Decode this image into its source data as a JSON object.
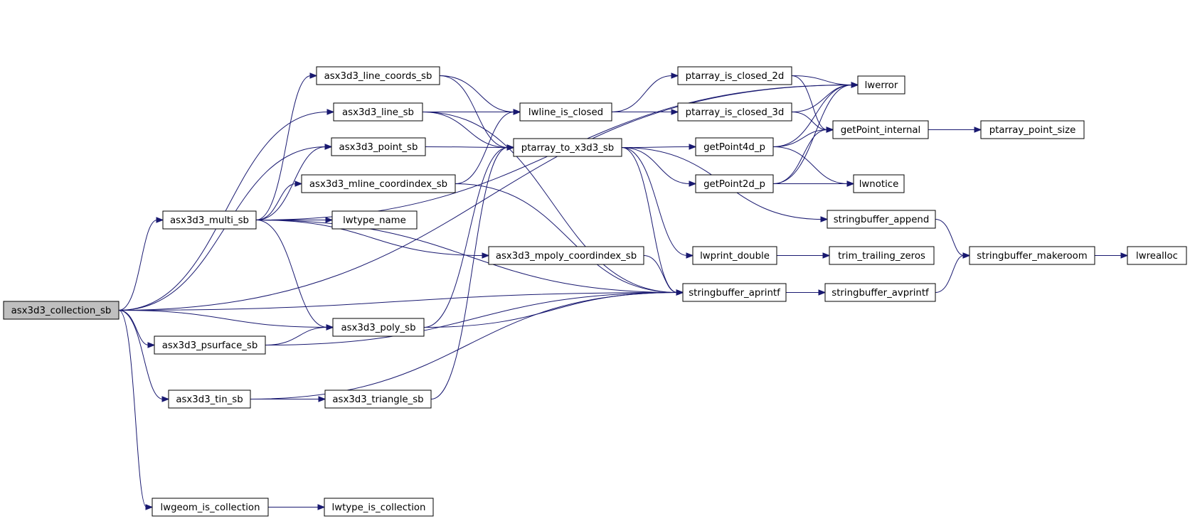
{
  "graph": {
    "edge_color": "#191970",
    "root_fill": "#bfbfbf",
    "nodes": [
      {
        "id": "asx3d3_collection_sb",
        "label": "asx3d3_collection_sb",
        "root": true
      },
      {
        "id": "lwerror",
        "label": "lwerror"
      },
      {
        "id": "asx3d3_line_sb",
        "label": "asx3d3_line_sb"
      },
      {
        "id": "asx3d3_point_sb",
        "label": "asx3d3_point_sb"
      },
      {
        "id": "asx3d3_multi_sb",
        "label": "asx3d3_multi_sb"
      },
      {
        "id": "asx3d3_poly_sb",
        "label": "asx3d3_poly_sb"
      },
      {
        "id": "asx3d3_psurface_sb",
        "label": "asx3d3_psurface_sb"
      },
      {
        "id": "asx3d3_tin_sb",
        "label": "asx3d3_tin_sb"
      },
      {
        "id": "stringbuffer_aprintf",
        "label": "stringbuffer_aprintf"
      },
      {
        "id": "lwgeom_is_collection",
        "label": "lwgeom_is_collection"
      },
      {
        "id": "asx3d3_line_coords_sb",
        "label": "asx3d3_line_coords_sb"
      },
      {
        "id": "asx3d3_mline_coordindex_sb",
        "label": "asx3d3_mline_coordindex_sb"
      },
      {
        "id": "lwtype_name",
        "label": "lwtype_name"
      },
      {
        "id": "asx3d3_mpoly_coordindex_sb",
        "label": "asx3d3_mpoly_coordindex_sb"
      },
      {
        "id": "asx3d3_triangle_sb",
        "label": "asx3d3_triangle_sb"
      },
      {
        "id": "lwtype_is_collection",
        "label": "lwtype_is_collection"
      },
      {
        "id": "lwline_is_closed",
        "label": "lwline_is_closed"
      },
      {
        "id": "ptarray_to_x3d3_sb",
        "label": "ptarray_to_x3d3_sb"
      },
      {
        "id": "ptarray_is_closed_2d",
        "label": "ptarray_is_closed_2d"
      },
      {
        "id": "ptarray_is_closed_3d",
        "label": "ptarray_is_closed_3d"
      },
      {
        "id": "getPoint4d_p",
        "label": "getPoint4d_p"
      },
      {
        "id": "getPoint2d_p",
        "label": "getPoint2d_p"
      },
      {
        "id": "lwprint_double",
        "label": "lwprint_double"
      },
      {
        "id": "stringbuffer_append",
        "label": "stringbuffer_append"
      },
      {
        "id": "getPoint_internal",
        "label": "getPoint_internal"
      },
      {
        "id": "lwnotice",
        "label": "lwnotice"
      },
      {
        "id": "trim_trailing_zeros",
        "label": "trim_trailing_zeros"
      },
      {
        "id": "stringbuffer_avprintf",
        "label": "stringbuffer_avprintf"
      },
      {
        "id": "stringbuffer_makeroom",
        "label": "stringbuffer_makeroom"
      },
      {
        "id": "ptarray_point_size",
        "label": "ptarray_point_size"
      },
      {
        "id": "lwrealloc",
        "label": "lwrealloc"
      }
    ],
    "edges": [
      [
        "asx3d3_collection_sb",
        "lwerror"
      ],
      [
        "asx3d3_collection_sb",
        "asx3d3_line_sb"
      ],
      [
        "asx3d3_collection_sb",
        "asx3d3_point_sb"
      ],
      [
        "asx3d3_collection_sb",
        "asx3d3_multi_sb"
      ],
      [
        "asx3d3_collection_sb",
        "asx3d3_poly_sb"
      ],
      [
        "asx3d3_collection_sb",
        "asx3d3_psurface_sb"
      ],
      [
        "asx3d3_collection_sb",
        "asx3d3_tin_sb"
      ],
      [
        "asx3d3_collection_sb",
        "stringbuffer_aprintf"
      ],
      [
        "asx3d3_collection_sb",
        "lwgeom_is_collection"
      ],
      [
        "asx3d3_multi_sb",
        "lwerror"
      ],
      [
        "asx3d3_multi_sb",
        "asx3d3_line_coords_sb"
      ],
      [
        "asx3d3_multi_sb",
        "asx3d3_point_sb"
      ],
      [
        "asx3d3_multi_sb",
        "asx3d3_mline_coordindex_sb"
      ],
      [
        "asx3d3_multi_sb",
        "lwtype_name"
      ],
      [
        "asx3d3_multi_sb",
        "asx3d3_mpoly_coordindex_sb"
      ],
      [
        "asx3d3_multi_sb",
        "stringbuffer_aprintf"
      ],
      [
        "asx3d3_multi_sb",
        "asx3d3_poly_sb"
      ],
      [
        "asx3d3_line_coords_sb",
        "lwline_is_closed"
      ],
      [
        "asx3d3_line_coords_sb",
        "ptarray_to_x3d3_sb"
      ],
      [
        "asx3d3_line_sb",
        "lwline_is_closed"
      ],
      [
        "asx3d3_line_sb",
        "ptarray_to_x3d3_sb"
      ],
      [
        "asx3d3_line_sb",
        "stringbuffer_aprintf"
      ],
      [
        "asx3d3_point_sb",
        "ptarray_to_x3d3_sb"
      ],
      [
        "asx3d3_mline_coordindex_sb",
        "lwline_is_closed"
      ],
      [
        "asx3d3_mline_coordindex_sb",
        "stringbuffer_aprintf"
      ],
      [
        "asx3d3_mpoly_coordindex_sb",
        "stringbuffer_aprintf"
      ],
      [
        "asx3d3_psurface_sb",
        "asx3d3_poly_sb"
      ],
      [
        "asx3d3_psurface_sb",
        "stringbuffer_aprintf"
      ],
      [
        "asx3d3_poly_sb",
        "ptarray_to_x3d3_sb"
      ],
      [
        "asx3d3_poly_sb",
        "stringbuffer_aprintf"
      ],
      [
        "asx3d3_tin_sb",
        "asx3d3_triangle_sb"
      ],
      [
        "asx3d3_tin_sb",
        "stringbuffer_aprintf"
      ],
      [
        "asx3d3_triangle_sb",
        "ptarray_to_x3d3_sb"
      ],
      [
        "lwgeom_is_collection",
        "lwtype_is_collection"
      ],
      [
        "lwline_is_closed",
        "ptarray_is_closed_2d"
      ],
      [
        "lwline_is_closed",
        "ptarray_is_closed_3d"
      ],
      [
        "ptarray_to_x3d3_sb",
        "getPoint4d_p"
      ],
      [
        "ptarray_to_x3d3_sb",
        "getPoint2d_p"
      ],
      [
        "ptarray_to_x3d3_sb",
        "stringbuffer_aprintf"
      ],
      [
        "ptarray_to_x3d3_sb",
        "lwprint_double"
      ],
      [
        "ptarray_to_x3d3_sb",
        "stringbuffer_append"
      ],
      [
        "ptarray_is_closed_2d",
        "lwerror"
      ],
      [
        "ptarray_is_closed_2d",
        "getPoint_internal"
      ],
      [
        "ptarray_is_closed_3d",
        "lwerror"
      ],
      [
        "ptarray_is_closed_3d",
        "getPoint_internal"
      ],
      [
        "getPoint4d_p",
        "lwerror"
      ],
      [
        "getPoint4d_p",
        "getPoint_internal"
      ],
      [
        "getPoint4d_p",
        "lwnotice"
      ],
      [
        "getPoint2d_p",
        "lwerror"
      ],
      [
        "getPoint2d_p",
        "getPoint_internal"
      ],
      [
        "getPoint2d_p",
        "lwnotice"
      ],
      [
        "getPoint_internal",
        "ptarray_point_size"
      ],
      [
        "lwprint_double",
        "trim_trailing_zeros"
      ],
      [
        "stringbuffer_aprintf",
        "stringbuffer_avprintf"
      ],
      [
        "stringbuffer_append",
        "stringbuffer_makeroom"
      ],
      [
        "stringbuffer_avprintf",
        "stringbuffer_makeroom"
      ],
      [
        "stringbuffer_makeroom",
        "lwrealloc"
      ]
    ]
  }
}
